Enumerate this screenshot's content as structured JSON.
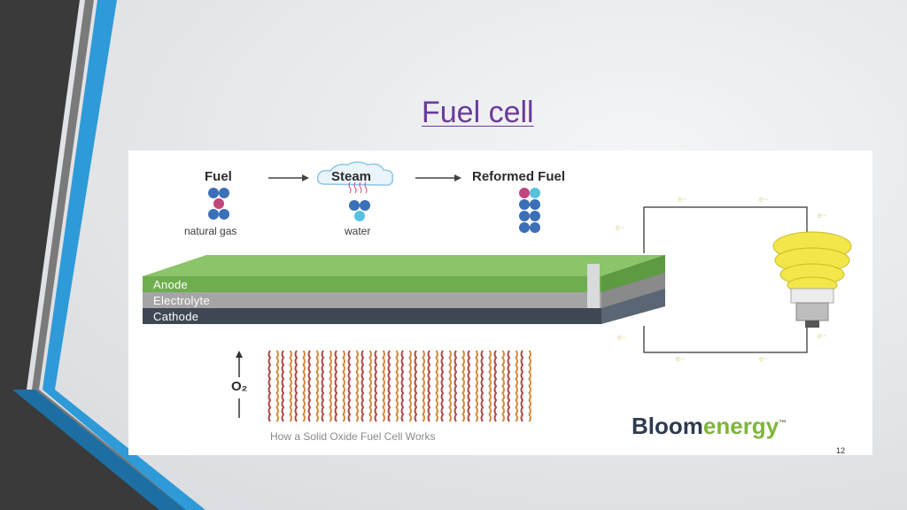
{
  "slide": {
    "title": "Fuel cell",
    "page_number": "12"
  },
  "diagram": {
    "fuel_label": "Fuel",
    "steam_label": "Steam",
    "reformed_label": "Reformed Fuel",
    "natural_gas_label": "natural gas",
    "water_label": "water",
    "anode_label": "Anode",
    "electrolyte_label": "Electrolyte",
    "cathode_label": "Cathode",
    "electron_label": "e−",
    "oxygen_label": "O₂",
    "caption": "How a Solid Oxide Fuel Cell Works",
    "brand_part1": "Bloom",
    "brand_part2": "energy",
    "brand_tm": "™"
  },
  "colors": {
    "title": "#6a3a9c",
    "anode": "#6fae4f",
    "electrolyte": "#a5a5a5",
    "cathode": "#3e4854",
    "hydrogen_atom": "#3b6fb6",
    "carbon_atom": "#c2467e",
    "oxygen_atom": "#56c2e0",
    "bulb": "#f2e64a",
    "wave_red": "#b0484a",
    "wave_orange": "#d48a3c"
  }
}
